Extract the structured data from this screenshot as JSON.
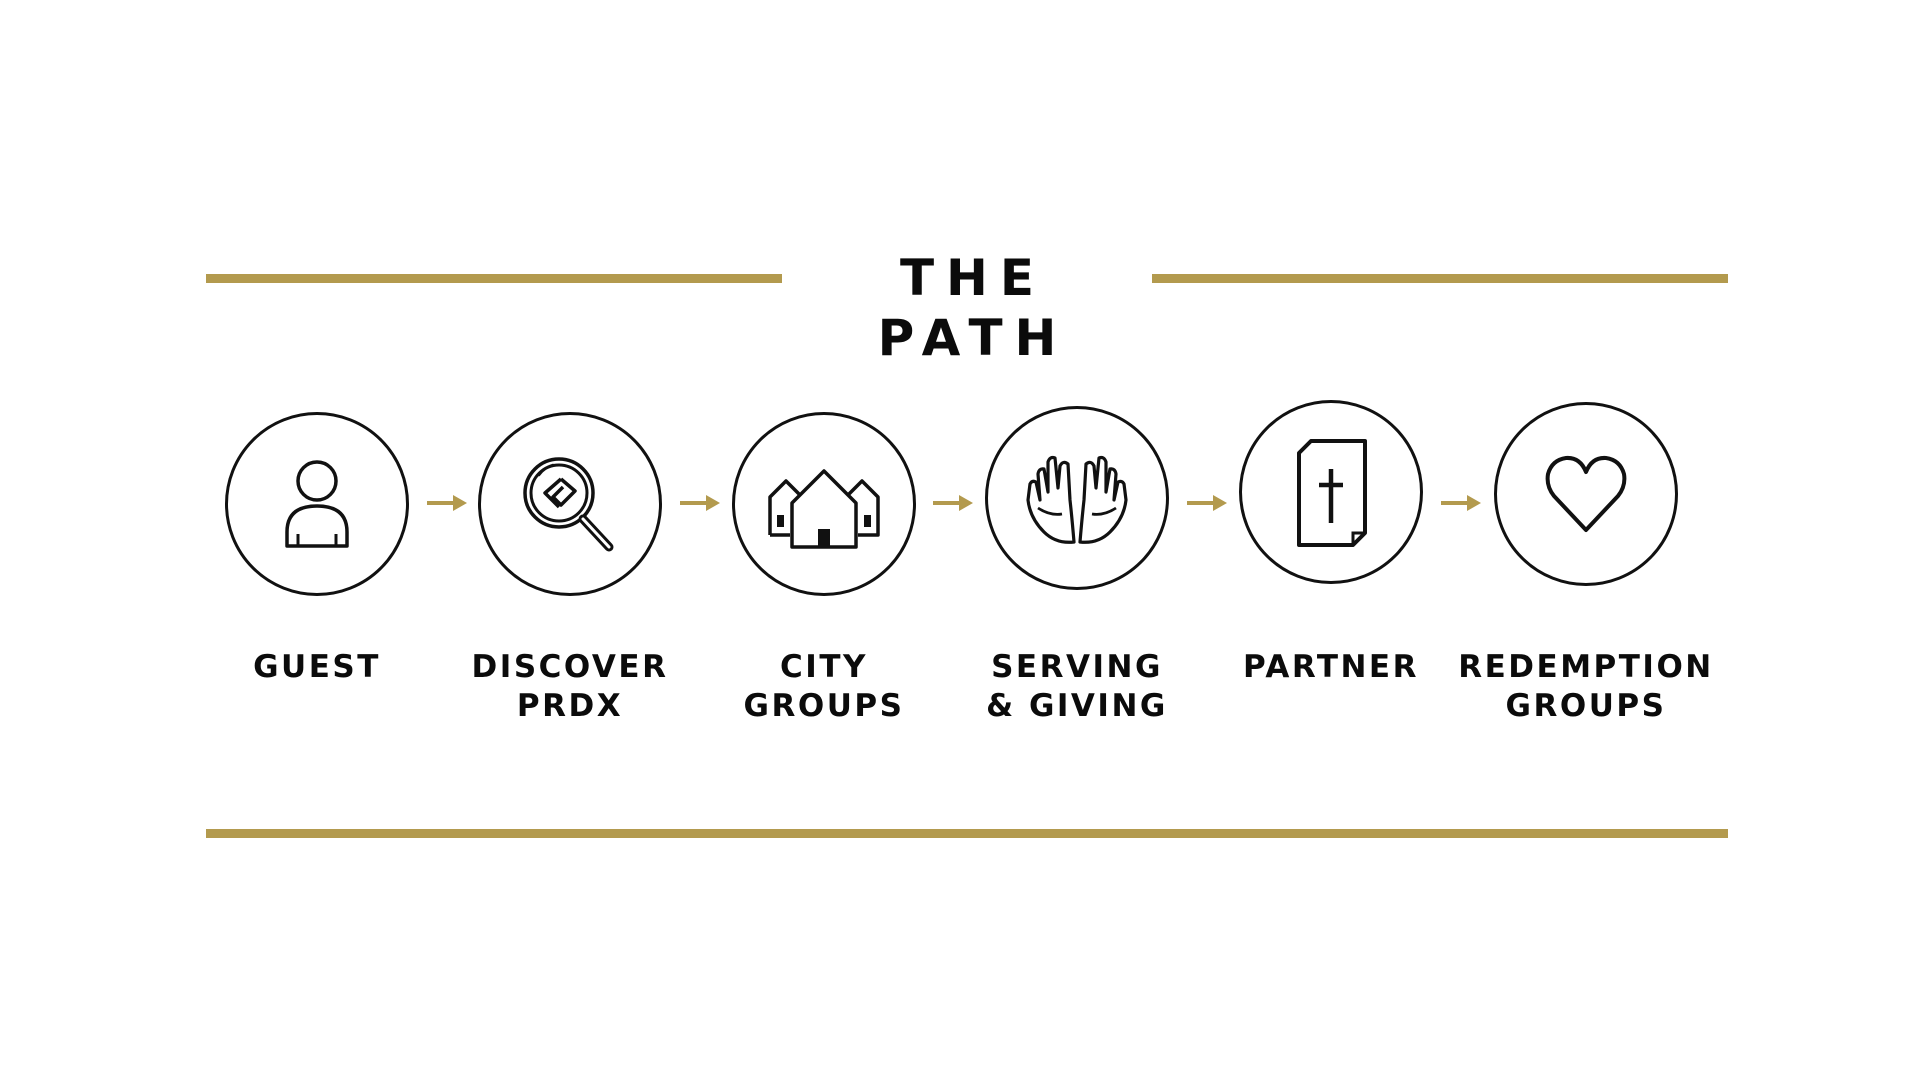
{
  "title": "THE PATH",
  "colors": {
    "accent": "#b39a4e",
    "ink": "#111111",
    "background": "#ffffff"
  },
  "steps": [
    {
      "icon": "person-icon",
      "label_lines": [
        "GUEST"
      ]
    },
    {
      "icon": "magnifier-logo-icon",
      "label_lines": [
        "DISCOVER",
        "PRDX"
      ]
    },
    {
      "icon": "houses-icon",
      "label_lines": [
        "CITY",
        "GROUPS"
      ]
    },
    {
      "icon": "open-hands-icon",
      "label_lines": [
        "SERVING",
        "& GIVING"
      ]
    },
    {
      "icon": "bible-cross-icon",
      "label_lines": [
        "PARTNER"
      ]
    },
    {
      "icon": "heart-icon",
      "label_lines": [
        "REDEMPTION",
        "GROUPS"
      ]
    }
  ]
}
